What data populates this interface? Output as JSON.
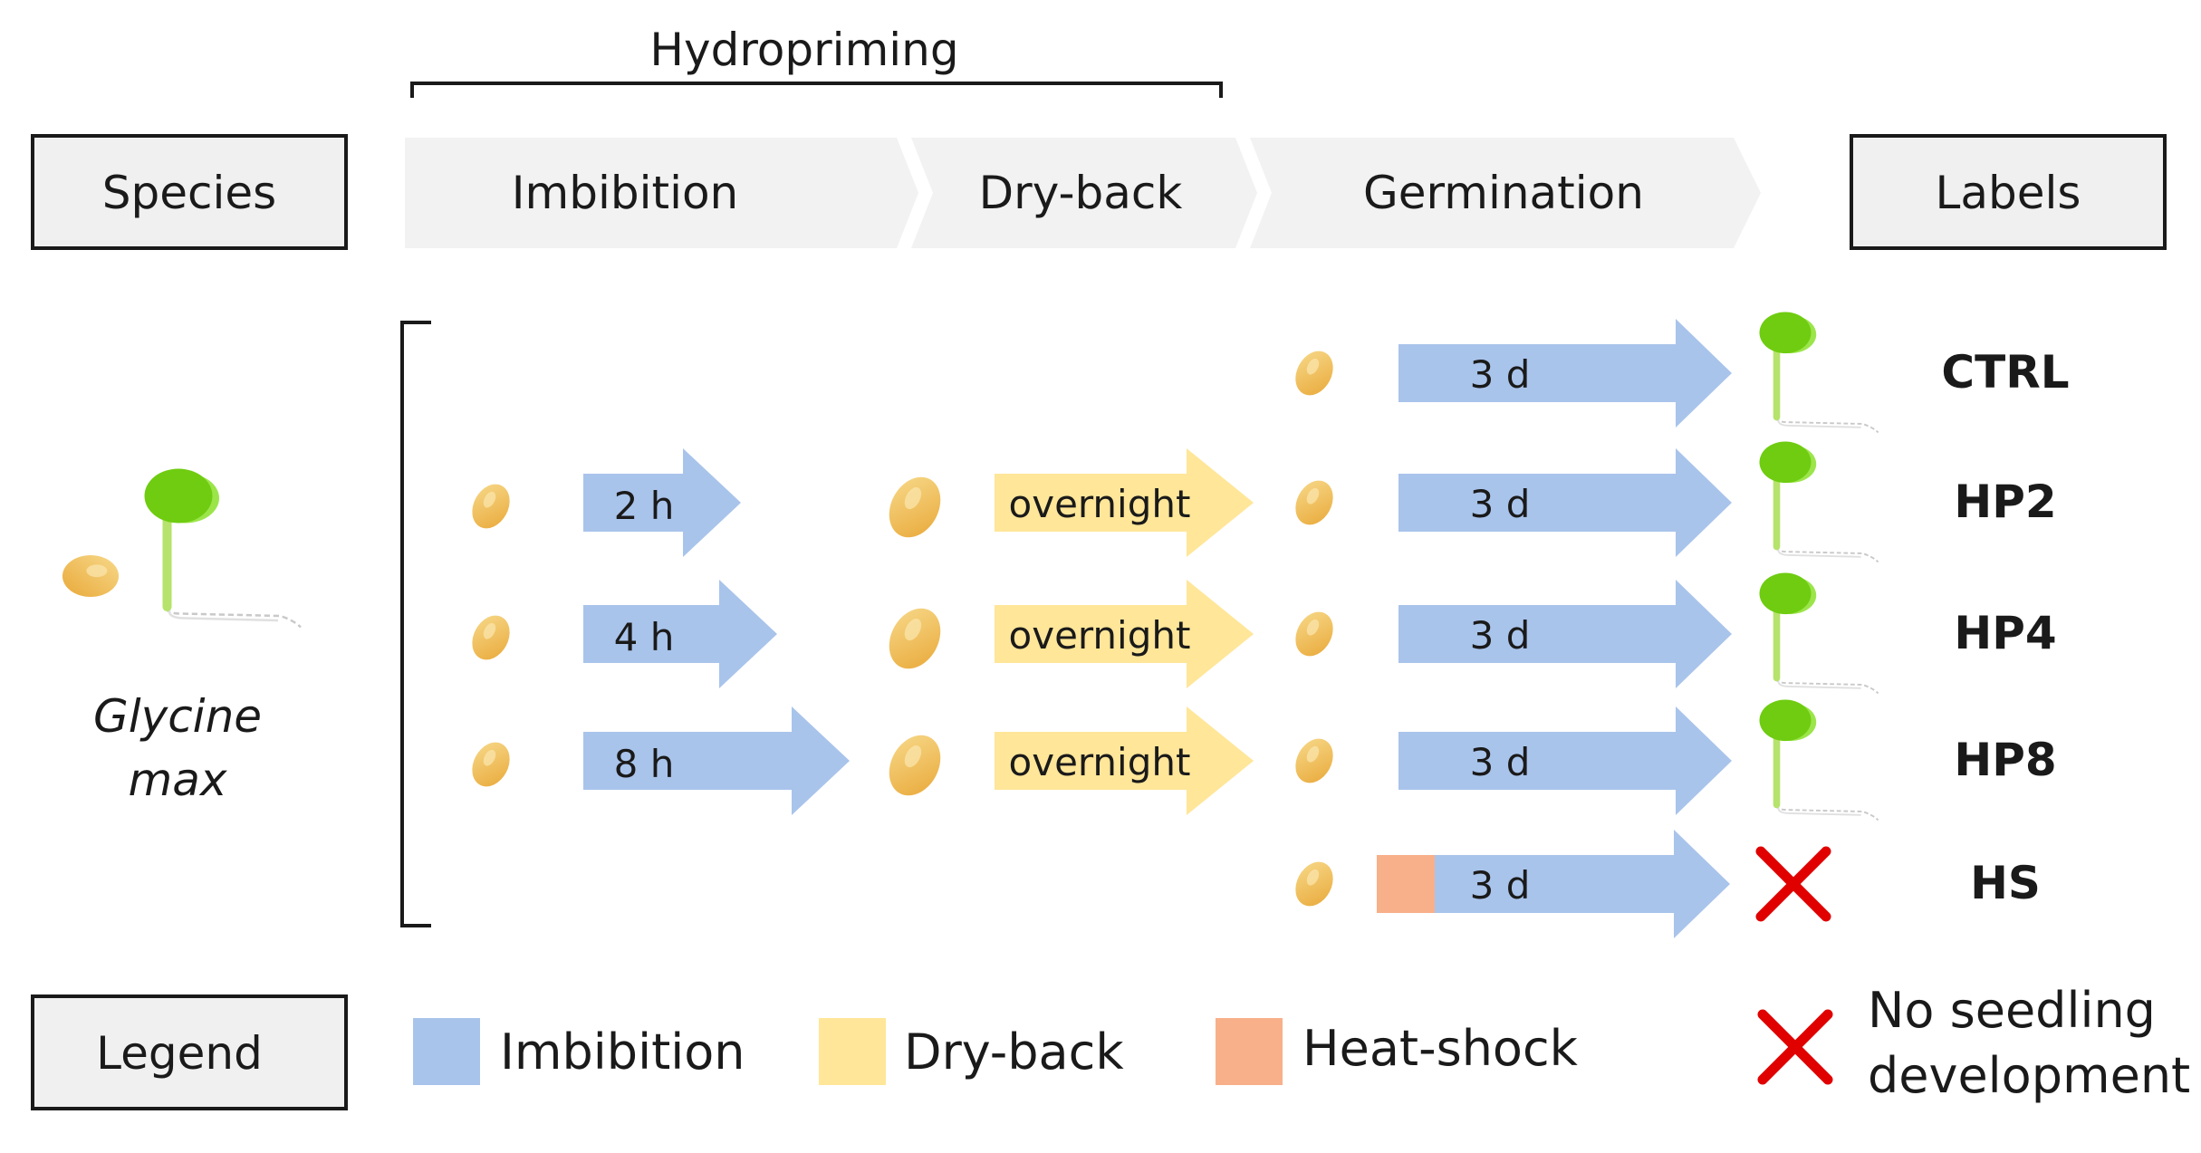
{
  "header": {
    "hydropriming_label": "Hydropriming",
    "species_label": "Species",
    "labels_label": "Labels",
    "stages": [
      "Imbibition",
      "Dry-back",
      "Germination"
    ]
  },
  "species": {
    "name_line1": "Glycine",
    "name_line2": "max"
  },
  "treatments": [
    {
      "label": "CTRL",
      "imbibition": "",
      "dryback": "",
      "heat_shock": false,
      "germination": "3 d",
      "seedling": true
    },
    {
      "label": "HP2",
      "imbibition": "2 h",
      "dryback": "overnight",
      "heat_shock": false,
      "germination": "3 d",
      "seedling": true
    },
    {
      "label": "HP4",
      "imbibition": "4 h",
      "dryback": "overnight",
      "heat_shock": false,
      "germination": "3 d",
      "seedling": true
    },
    {
      "label": "HP8",
      "imbibition": "8 h",
      "dryback": "overnight",
      "heat_shock": false,
      "germination": "3 d",
      "seedling": true
    },
    {
      "label": "HS",
      "imbibition": "",
      "dryback": "",
      "heat_shock": true,
      "germination": "3 d",
      "seedling": false
    }
  ],
  "legend": {
    "title": "Legend",
    "imbibition": "Imbibition",
    "dryback": "Dry-back",
    "heat_shock": "Heat-shock",
    "no_seedling_line1": "No seedling",
    "no_seedling_line2": "development"
  },
  "colors": {
    "imbibition": "#a9c4eb",
    "dryback": "#ffe699",
    "heat_shock": "#f8b08a",
    "seed": "#f2c45a",
    "seedling_head": "#7ed321",
    "cross": "#e00000",
    "stage_bar": "#f2f2f2",
    "box_fill": "#f0f0f0"
  }
}
